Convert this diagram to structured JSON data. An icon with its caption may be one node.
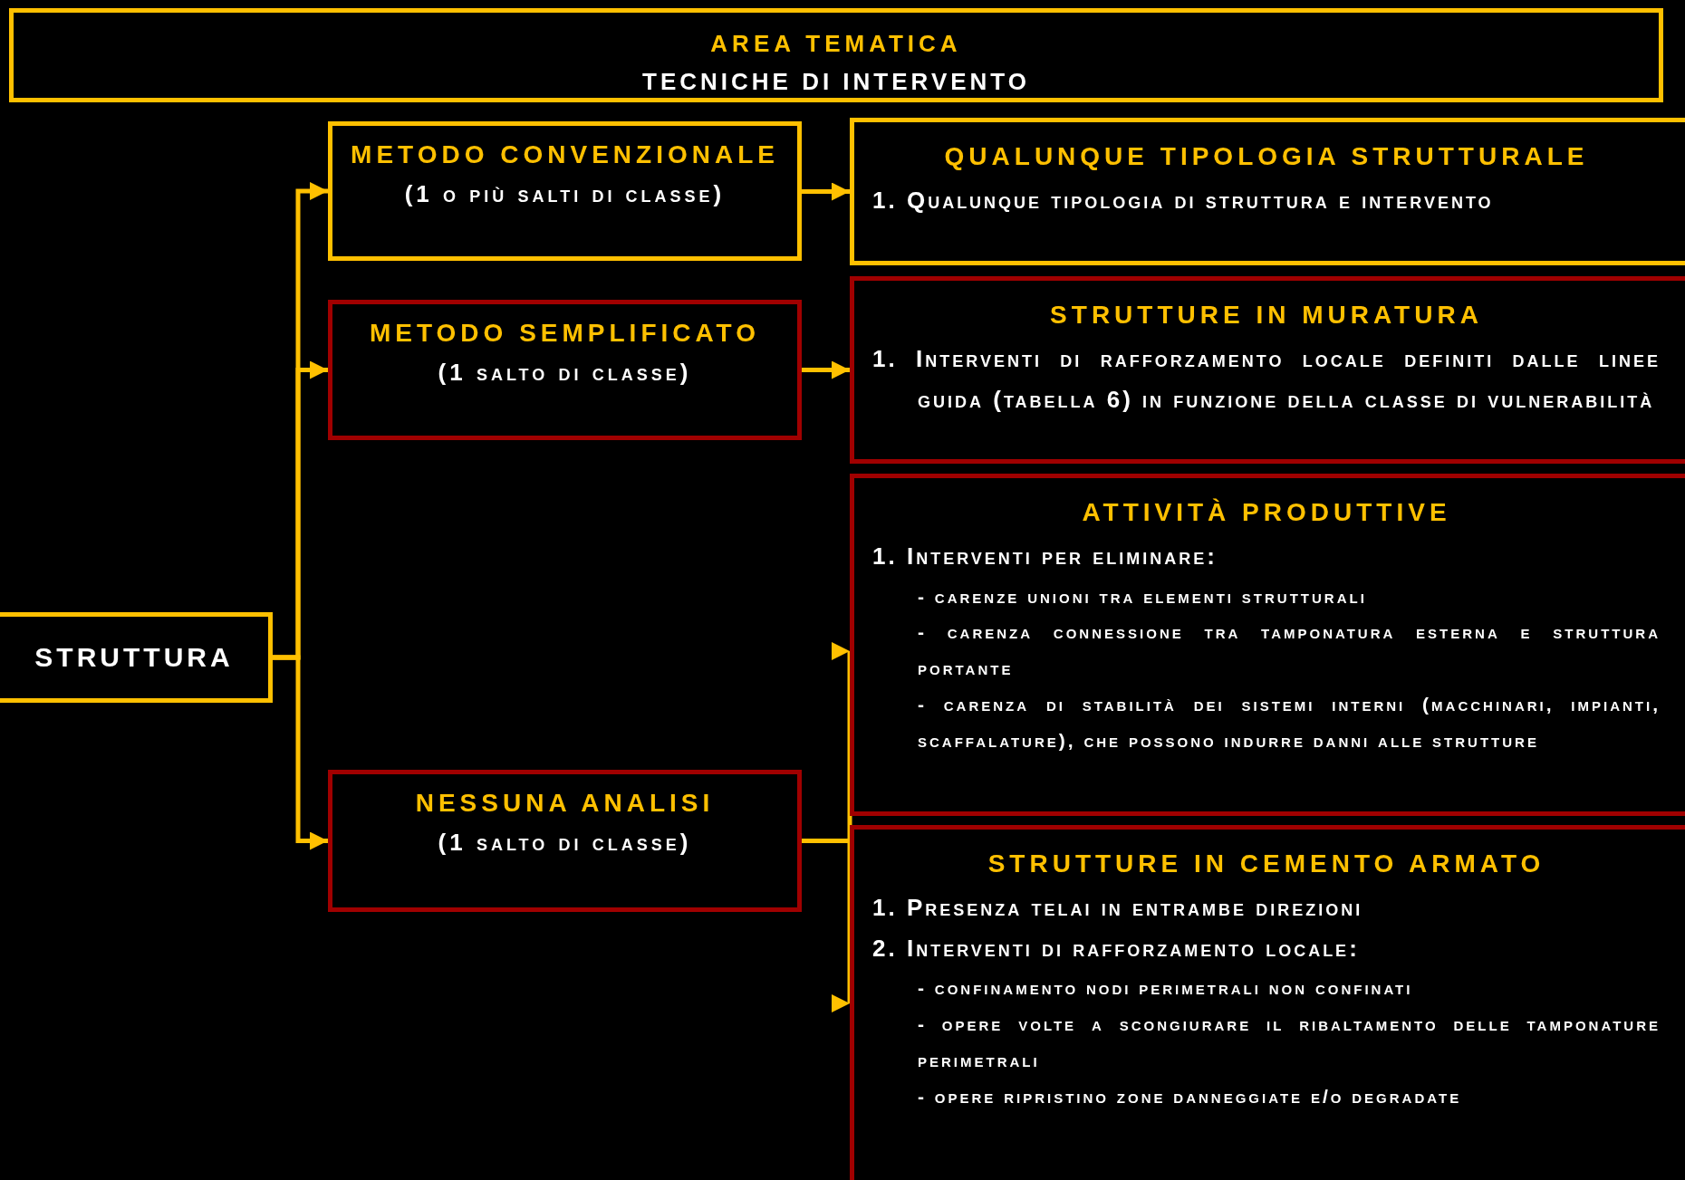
{
  "diagram": {
    "nodes": [
      {
        "text": [
          "AREA TEMATICA",
          "TECNICHE DI INTERVENTO"
        ]
      },
      {
        "text": [
          "METODO CONVENZIONALE",
          "(1 o più salti di classe)"
        ]
      },
      {
        "text": [
          "QUALUNQUE TIPOLOGIA STRUTTURALE",
          "1. Qualunque tipologia di struttura e intervento"
        ]
      },
      {
        "text": [
          "METODO SEMPLIFICATO",
          "(1 salto di classe)"
        ]
      },
      {
        "text": [
          "STRUTTURE IN MURATURA",
          "1. Interventi di rafforzamento locale definiti dalle linee guida (tabella 6) in funzione della classe di vulnerabilità"
        ]
      },
      {
        "text": [
          "ATTIVITÀ PRODUTTIVE",
          "1. Interventi per eliminare:",
          "- carenze unioni tra elementi strutturali",
          "- carenza connessione tra tamponatura esterna e struttura portante",
          "- carenza di stabilità dei sistemi interni (macchinari, impianti, scaffalature), che possono indurre danni alle strutture"
        ]
      },
      {
        "text": [
          "STRUTTURA"
        ]
      },
      {
        "text": [
          "NESSUNA ANALISI",
          "(1 salto di classe)"
        ]
      },
      {
        "text": [
          "STRUTTURE IN CEMENTO ARMATO",
          "1. Presenza telai in entrambe direzioni",
          "2. Interventi di rafforzamento locale:",
          "- confinamento nodi perimetrali non confinati",
          "- opere volte a scongiurare il ribaltamento delle tamponature perimetrali",
          "- opere ripristino zone danneggiate e/o degradate"
        ]
      }
    ],
    "edges": [
      {
        "from": 6,
        "to": 1,
        "arrow": "to"
      },
      {
        "from": 6,
        "to": 3,
        "arrow": "to"
      },
      {
        "from": 6,
        "to": 7,
        "arrow": "to"
      },
      {
        "from": 1,
        "to": 2,
        "arrow": "to"
      },
      {
        "from": 3,
        "to": 4,
        "arrow": "to"
      },
      {
        "from": 7,
        "to": 5,
        "arrow": "to"
      },
      {
        "from": 7,
        "to": 8,
        "arrow": "to"
      }
    ]
  }
}
